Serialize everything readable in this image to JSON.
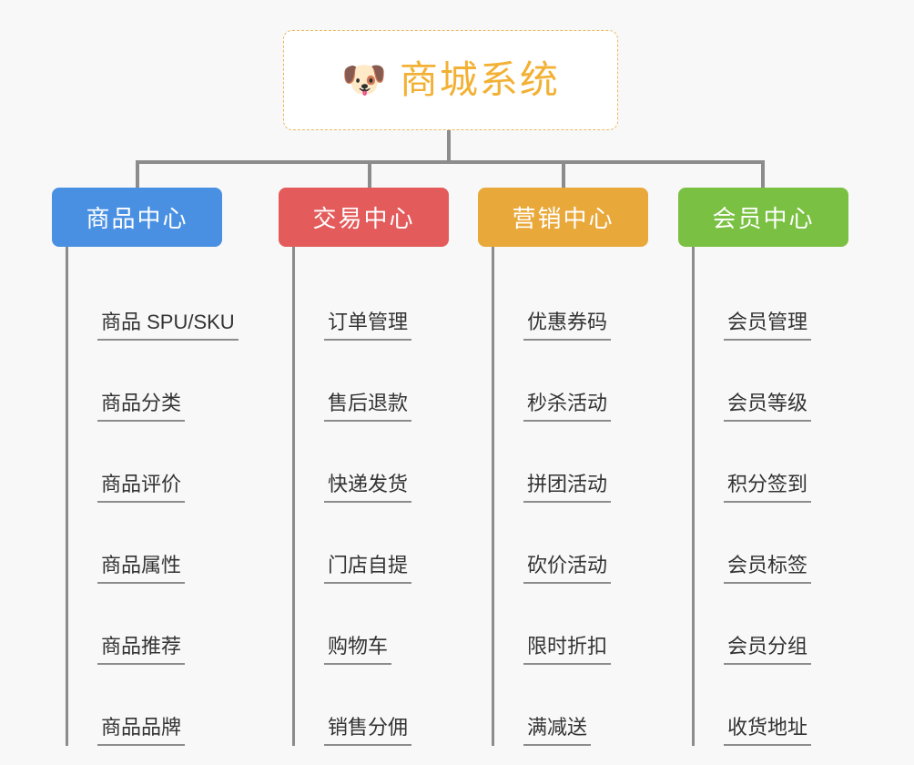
{
  "root": {
    "icon": "dog-face-emoji",
    "emoji": "🐶",
    "title": "商城系统"
  },
  "colors": {
    "background": "#f8f8f8",
    "root_text": "#f2b134",
    "root_border": "#e8b960",
    "connector": "#8c8c8c",
    "leaf_text": "#333333",
    "category_product": "#4a90e2",
    "category_trade": "#e35b5b",
    "category_marketing": "#e9a83a",
    "category_member": "#7ac143"
  },
  "categories": [
    {
      "label": "商品中心",
      "color": "#4a90e2",
      "items": [
        {
          "label": "商品 SPU/SKU"
        },
        {
          "label": "商品分类"
        },
        {
          "label": "商品评价"
        },
        {
          "label": "商品属性"
        },
        {
          "label": "商品推荐"
        },
        {
          "label": "商品品牌"
        }
      ]
    },
    {
      "label": "交易中心",
      "color": "#e35b5b",
      "items": [
        {
          "label": "订单管理"
        },
        {
          "label": "售后退款"
        },
        {
          "label": "快递发货"
        },
        {
          "label": "门店自提"
        },
        {
          "label": "购物车"
        },
        {
          "label": "销售分佣"
        }
      ]
    },
    {
      "label": "营销中心",
      "color": "#e9a83a",
      "items": [
        {
          "label": "优惠券码"
        },
        {
          "label": "秒杀活动"
        },
        {
          "label": "拼团活动"
        },
        {
          "label": "砍价活动"
        },
        {
          "label": "限时折扣"
        },
        {
          "label": "满减送"
        }
      ]
    },
    {
      "label": "会员中心",
      "color": "#7ac143",
      "items": [
        {
          "label": "会员管理"
        },
        {
          "label": "会员等级"
        },
        {
          "label": "积分签到"
        },
        {
          "label": "会员标签"
        },
        {
          "label": "会员分组"
        },
        {
          "label": "收货地址"
        }
      ]
    }
  ]
}
